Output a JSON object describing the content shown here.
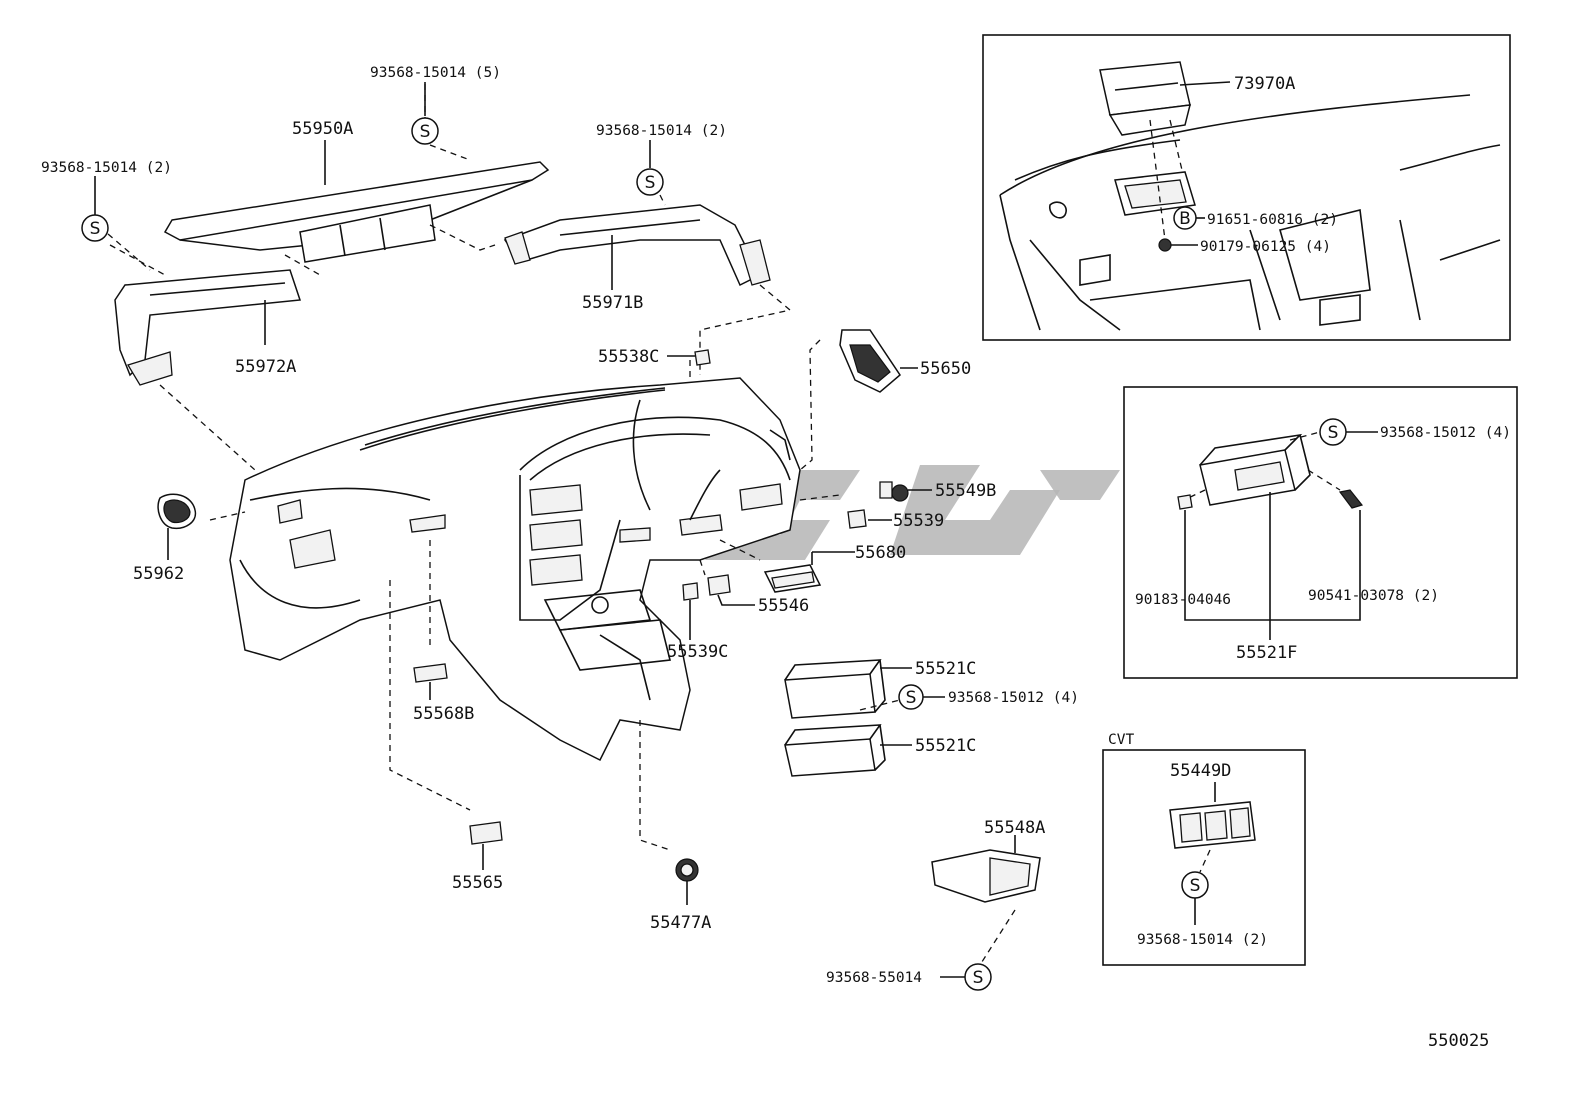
{
  "diagram_id": "550025",
  "symbols": {
    "s": "S",
    "b": "B"
  },
  "callouts": {
    "c_73970A": "73970A",
    "c_91651": "91651-60816 (2)",
    "c_90179": "90179-06125 (4)",
    "c_93568_15014_5": "93568-15014 (5)",
    "c_55950A": "55950A",
    "c_93568_15014_2a": "93568-15014 (2)",
    "c_93568_15014_2b": "93568-15014 (2)",
    "c_55971B": "55971B",
    "c_55972A": "55972A",
    "c_55538C": "55538C",
    "c_55650": "55650",
    "c_55549B": "55549B",
    "c_55539": "55539",
    "c_55680": "55680",
    "c_55546": "55546",
    "c_55539C": "55539C",
    "c_55962": "55962",
    "c_55568B": "55568B",
    "c_55565": "55565",
    "c_55477A": "55477A",
    "c_55521C_top": "55521C",
    "c_93568_15012_4a": "93568-15012 (4)",
    "c_55521C_bot": "55521C",
    "c_55548A": "55548A",
    "c_93568_55014": "93568-55014",
    "c_93568_15012_4b": "93568-15012 (4)",
    "c_90183": "90183-04046",
    "c_90541": "90541-03078 (2)",
    "c_55521F": "55521F",
    "c_cvt": "CVT",
    "c_55449D": "55449D",
    "c_93568_15014_2c": "93568-15014 (2)"
  }
}
